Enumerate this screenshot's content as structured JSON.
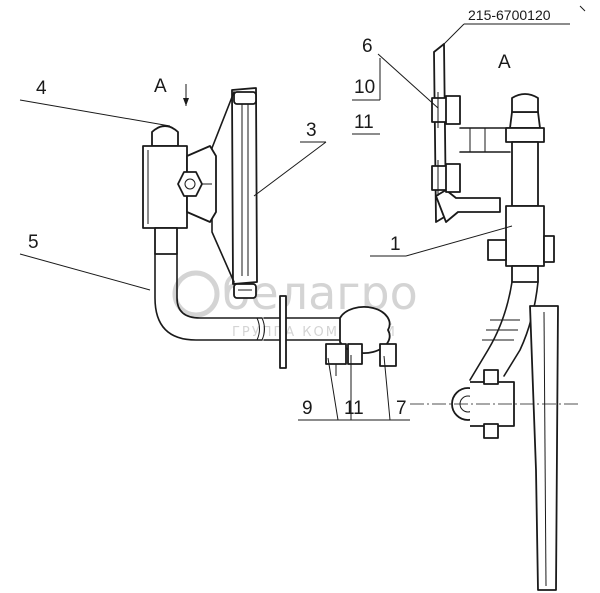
{
  "drawing": {
    "part_number": "215-6700120",
    "view_marker": "A",
    "view_title": "A",
    "watermark": {
      "logo_text": "белагро",
      "tagline": "ГРУППА КОМПАНИЙ"
    },
    "callouts": {
      "c1": "1",
      "c3": "3",
      "c4": "4",
      "c5": "5",
      "c6": "6",
      "c7": "7",
      "c9": "9",
      "c10": "10",
      "c11_top": "11",
      "c11_bottom": "11"
    }
  }
}
